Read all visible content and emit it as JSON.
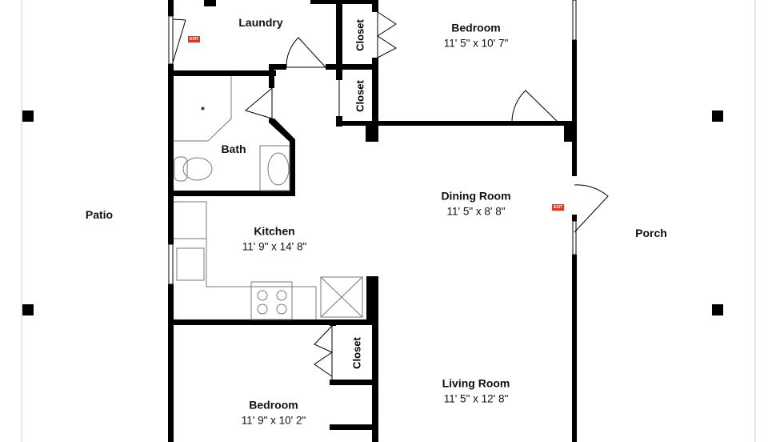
{
  "rooms": {
    "laundry": {
      "name": "Laundry"
    },
    "bedroom_top": {
      "name": "Bedroom",
      "dims": "11' 5\" x 10' 7\""
    },
    "bath": {
      "name": "Bath"
    },
    "dining": {
      "name": "Dining Room",
      "dims": "11' 5\" x 8' 8\""
    },
    "kitchen": {
      "name": "Kitchen",
      "dims": "11' 9\" x 14' 8\""
    },
    "living": {
      "name": "Living Room",
      "dims": "11' 5\" x 12' 8\""
    },
    "bedroom_bottom": {
      "name": "Bedroom",
      "dims": "11' 9\" x 10' 2\""
    },
    "patio": {
      "name": "Patio"
    },
    "porch": {
      "name": "Porch"
    },
    "closet_label": "Closet"
  },
  "exit_sign": "EXIT",
  "colors": {
    "wall": "#000000",
    "exit": "#e8341c",
    "fixture": "#777777"
  }
}
